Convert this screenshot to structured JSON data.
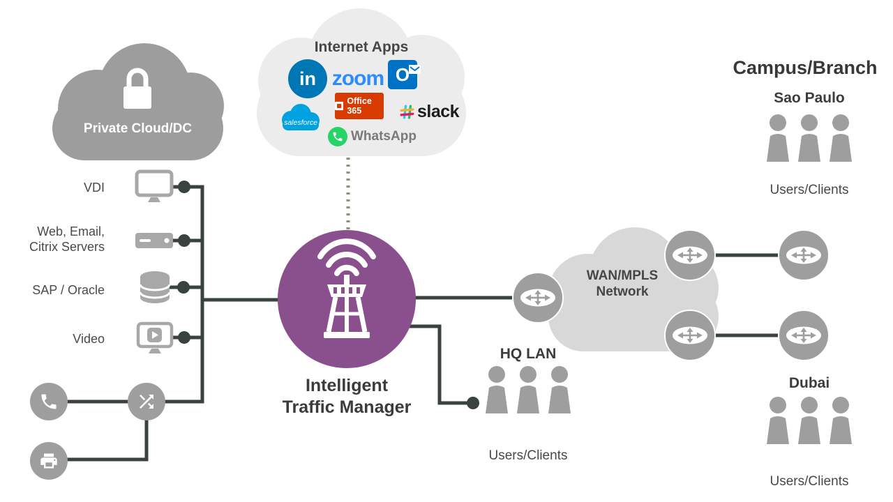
{
  "colors": {
    "icon_gray": "#9E9E9E",
    "line_dark": "#3A423F",
    "purple": "#8A4F8D",
    "linkedin_blue": "#0077B5",
    "zoom_blue": "#2D8CFF",
    "outlook_blue": "#0072C6",
    "salesforce_blue": "#00A1E0",
    "office_red": "#D83B01",
    "whatsapp_green": "#25D366",
    "slack_black": "#1D1D1D"
  },
  "private_cloud": {
    "label": "Private Cloud/DC"
  },
  "internet_apps": {
    "title": "Internet Apps",
    "linkedin_text": "in",
    "zoom_text": "zoom",
    "outlook_text": "O",
    "salesforce_text": "salesforce",
    "office_text": "Office 365",
    "slack_text": "slack",
    "whatsapp_text": "WhatsApp"
  },
  "services": [
    {
      "label": "VDI"
    },
    {
      "label": "Web, Email,\nCitrix Servers"
    },
    {
      "label": "SAP / Oracle"
    },
    {
      "label": "Video"
    }
  ],
  "traffic_manager": {
    "label": "Intelligent\nTraffic Manager"
  },
  "hq_lan": {
    "title": "HQ LAN",
    "users_label": "Users/Clients"
  },
  "wan": {
    "label": "WAN/MPLS\nNetwork"
  },
  "campus_branch": {
    "title": "Campus/Branch",
    "sao_paulo": {
      "name": "Sao Paulo",
      "users_label": "Users/Clients"
    },
    "dubai": {
      "name": "Dubai",
      "users_label": "Users/Clients"
    }
  }
}
